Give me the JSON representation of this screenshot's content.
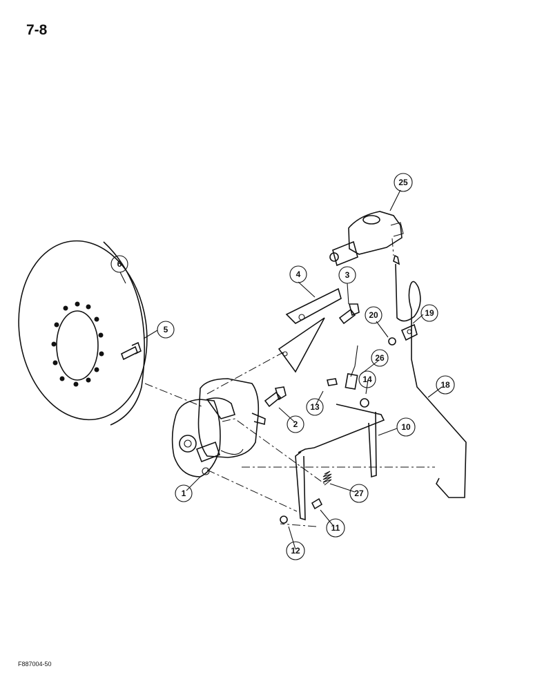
{
  "page": {
    "number": "7-8",
    "figure_code": "F887004-50"
  },
  "callouts": [
    {
      "id": "c1",
      "label": "1"
    },
    {
      "id": "c2",
      "label": "2"
    },
    {
      "id": "c3",
      "label": "3"
    },
    {
      "id": "c4",
      "label": "4"
    },
    {
      "id": "c5",
      "label": "5"
    },
    {
      "id": "c6",
      "label": "6"
    },
    {
      "id": "c10",
      "label": "10"
    },
    {
      "id": "c11",
      "label": "11"
    },
    {
      "id": "c12",
      "label": "12"
    },
    {
      "id": "c13",
      "label": "13"
    },
    {
      "id": "c14",
      "label": "14"
    },
    {
      "id": "c18",
      "label": "18"
    },
    {
      "id": "c19",
      "label": "19"
    },
    {
      "id": "c20",
      "label": "20"
    },
    {
      "id": "c25",
      "label": "25"
    },
    {
      "id": "c26",
      "label": "26"
    },
    {
      "id": "c27",
      "label": "27"
    }
  ]
}
